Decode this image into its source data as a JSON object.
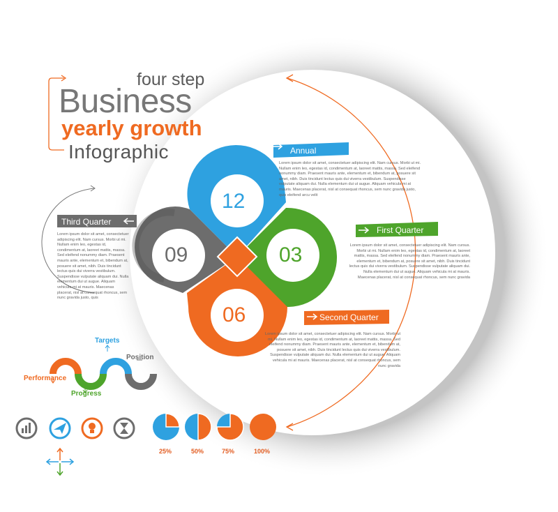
{
  "title": {
    "line1": "four step",
    "line2": "Business",
    "line3": "yearly growth",
    "line4": "Infographic"
  },
  "petals": [
    {
      "number": "12",
      "color": "#2ea1e0"
    },
    {
      "number": "03",
      "color": "#4ea42b"
    },
    {
      "number": "06",
      "color": "#ef6a21"
    },
    {
      "number": "09",
      "color": "#6d6d6d"
    }
  ],
  "labels": {
    "annual": "Annual",
    "first_quarter": "First Quarter",
    "second_quarter": "Second Quarter",
    "third_quarter": "Third Quarter"
  },
  "texts": {
    "annual": "Lorem ipsum dolor sit amet, consectetuer adipiscing elit. Nam cursus. Morbi ut mi. Nullam enim leo, egestas id, condimentum at, laoreet mattis, massa. Sed eleifend nonummy diam. Praesent mauris ante, elementum et, bibendum at, posuere sit amet, nibh. Duis tincidunt lectus quis dui viverra vestibulum. Suspendisse vulputate aliquam dui. Nulla elementum dui ut augue. Aliquam vehicula mi at mauris. Maecenas placerat, nisl at consequat rhoncus, sem nunc gravida justo, quis eleifend arcu velit",
    "first_quarter": "Lorem ipsum dolor sit amet, consectetuer adipiscing elit. Nam cursus. Morbi ut mi. Nullam enim leo, egestas id, condimentum at, laoreet mattis, massa. Sed eleifend nonummy diam. Praesent mauris ante, elementum et, bibendum at, posuere sit amet, nibh. Duis tincidunt lectus quis dui viverra vestibulum. Suspendisse vulputate aliquam dui. Nulla elementum dui ut augue. Aliquam vehicula mi at mauris. Maecenas placerat, nisl at consequat rhoncus, sem nunc gravida",
    "second_quarter": "Lorem ipsum dolor sit amet, consectetuer adipiscing elit. Nam cursus. Morbi ut mi. Nullam enim leo, egestas id, condimentum at, laoreet mattis, massa. Sed eleifend nonummy diam. Praesent mauris ante, elementum et, bibendum at, posuere sit amet, nibh. Duis tincidunt lectus quis dui viverra vestibulum. Suspendisse vulputate aliquam dui. Nulla elementum dui ut augue. Aliquam vehicula mi at mauris. Maecenas placerat, nisl at consequat rhoncus, sem nunc gravida",
    "third_quarter": "Lorem ipsum dolor sit amet, consectetuer adipiscing elit. Nam cursus. Morbi ut mi. Nullam enim leo, egestas id, condimentum at, laoreet mattis, massa. Sed eleifend nonummy diam. Praesent mauris ante, elementum et, bibendum at, posuere sit amet, nibh. Duis tincidunt lectus quis dui viverra vestibulum. Suspendisse vulputate aliquam dui. Nulla elementum dui ut augue. Aliquam vehicula mi at mauris. Maecenas placerat, nisl at consequat rhoncus, sem nunc gravida justo, quis"
  },
  "process": {
    "performance": "Performance",
    "progress": "Progress",
    "targets": "Targets",
    "position": "Position"
  },
  "icons": [
    "chart-icon",
    "paper-plane-icon",
    "lightbulb-icon",
    "hourglass-icon"
  ],
  "pies": [
    {
      "label": "25%",
      "fraction": 0.25
    },
    {
      "label": "50%",
      "fraction": 0.5
    },
    {
      "label": "75%",
      "fraction": 0.75
    },
    {
      "label": "100%",
      "fraction": 1.0
    }
  ],
  "colors": {
    "orange": "#ef6a21",
    "blue": "#2ea1e0",
    "green": "#4ea42b",
    "gray": "#6d6d6d"
  }
}
